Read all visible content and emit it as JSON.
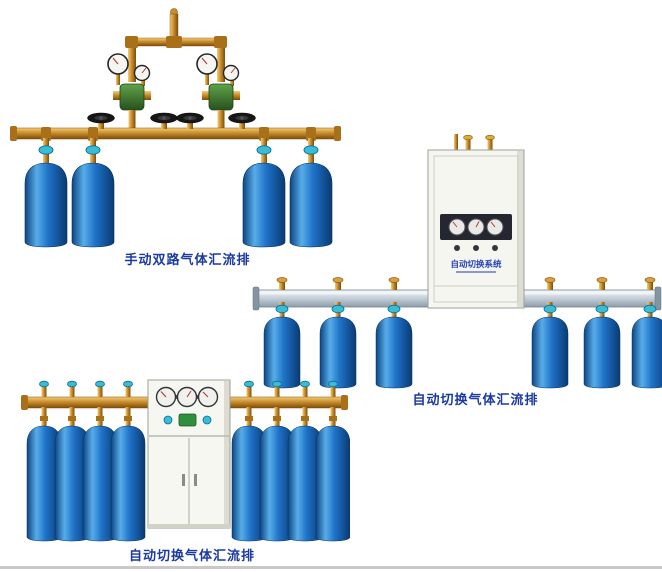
{
  "page": {
    "background": "#ffffff",
    "bottom_border_color": "#c9c9c9"
  },
  "products": {
    "manual_dual_manifold": {
      "label": "手动双路气体汇流排",
      "cylinder_count": 4,
      "regulator_count": 2,
      "handwheel_valve_count": 4
    },
    "auto_switch_wall_manifold": {
      "label": "自动切换气体汇流排",
      "cabinet_text": "自动切换系统",
      "cylinder_count": 6,
      "gauge_count": 3
    },
    "auto_switch_floor_manifold": {
      "label": "自动切换气体汇流排",
      "cylinder_count": 8,
      "gauge_count": 3
    }
  },
  "colors": {
    "label_text": "#1a3aa0",
    "cylinder_blue": "#1f72c8",
    "brass_pipe": "#c98d2e",
    "valve_knob_cyan": "#38bcd8",
    "cabinet_body": "#f6f6f1",
    "regulator_green": "#3f7a33",
    "rail_silver": "#c3ced8"
  }
}
